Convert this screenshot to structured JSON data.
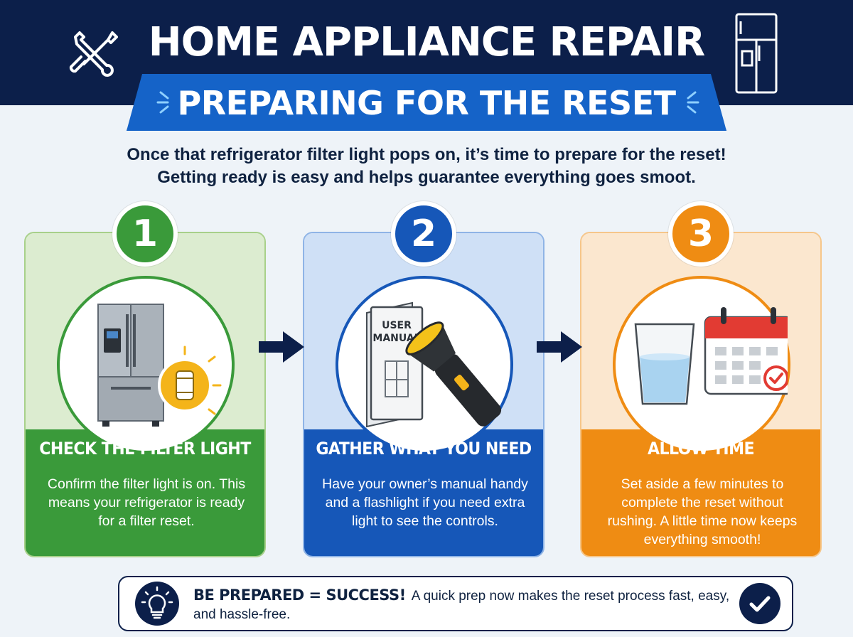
{
  "header": {
    "title": "HOME APPLIANCE REPAIR",
    "subtitle": "PREPARING FOR THE RESET",
    "left_icon": "wrench-screwdriver-icon",
    "right_icon": "refrigerator-icon"
  },
  "intro": {
    "line1": "Once that refrigerator filter light pops on, it’s time to prepare for the reset!",
    "line2": "Getting ready is easy and helps guarantee everything goes smoot."
  },
  "steps": [
    {
      "number": "1",
      "title": "CHECK THE FILTER LIGHT",
      "description": "Confirm the filter light is on. This means your refrigerator is ready for a filter reset.",
      "illustration": "refrigerator-with-glowing-filter",
      "color": "#3a9a3a"
    },
    {
      "number": "2",
      "title": "GATHER WHAT YOU NEED",
      "description": "Have your owner’s manual handy and a flashlight if you need extra light to see the controls.",
      "illustration": "user-manual-and-flashlight",
      "manual_label_line1": "USER",
      "manual_label_line2": "MANUAL",
      "color": "#1657b8"
    },
    {
      "number": "3",
      "title": "ALLOW TIME",
      "description": "Set aside a few minutes to complete the reset without rushing. A little time now keeps everything smooth!",
      "illustration": "water-glass-and-calendar",
      "color": "#ef8c13"
    }
  ],
  "footer": {
    "strong": "BE PREPARED = SUCCESS!",
    "text": "A quick prep now makes the reset process fast, easy, and hassle-free.",
    "left_icon": "lightbulb-icon",
    "right_icon": "checkmark-icon"
  },
  "colors": {
    "navy": "#0c1f4a",
    "blue": "#1563c8",
    "green": "#3a9a3a",
    "orange": "#ef8c13"
  }
}
